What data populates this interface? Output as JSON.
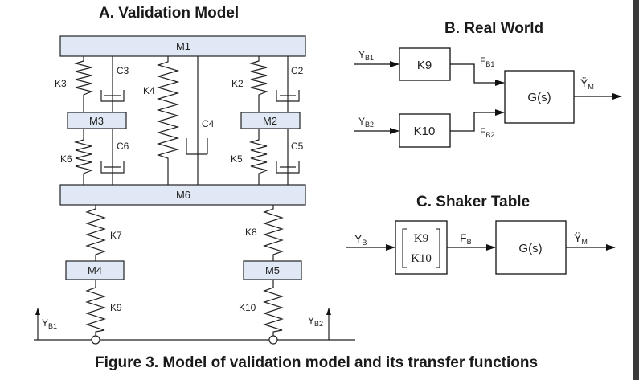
{
  "titles": {
    "validation_model": "A. Validation Model",
    "real_world": "B. Real World",
    "shaker_table": "C. Shaker Table"
  },
  "caption": "Figure 3. Model of validation model and its transfer functions",
  "validation_model": {
    "masses": {
      "m1": "M1",
      "m2": "M2",
      "m3": "M3",
      "m4": "M4",
      "m5": "M5",
      "m6": "M6"
    },
    "springs": {
      "k3": "K3",
      "k4": "K4",
      "k2": "K2",
      "k6": "K6",
      "k5": "K5",
      "k7": "K7",
      "k8": "K8",
      "k9": "K9",
      "k10": "K10"
    },
    "dampers": {
      "c3": "C3",
      "c2": "C2",
      "c4": "C4",
      "c6": "C6",
      "c5": "C5"
    },
    "base_inputs": {
      "yb1": {
        "main": "Y",
        "sub": "B1"
      },
      "yb2": {
        "main": "Y",
        "sub": "B2"
      }
    }
  },
  "real_world": {
    "input1": {
      "main": "Y",
      "sub": "B1"
    },
    "input2": {
      "main": "Y",
      "sub": "B2"
    },
    "block1": "K9",
    "block2": "K10",
    "force1": {
      "main": "F",
      "sub": "B1"
    },
    "force2": {
      "main": "F",
      "sub": "B2"
    },
    "transfer": "G(s)",
    "output": {
      "main": "Ÿ",
      "sub": "M"
    }
  },
  "shaker_table": {
    "input": {
      "main": "Y",
      "sub": "B"
    },
    "matrix": [
      "K9",
      "K10"
    ],
    "force": {
      "main": "F",
      "sub": "B"
    },
    "transfer": "G(s)",
    "output": {
      "main": "Ÿ",
      "sub": "M"
    }
  },
  "colors": {
    "mass_fill": "#dfe8f4",
    "line": "#222222",
    "frame": "#3a3a3a"
  }
}
